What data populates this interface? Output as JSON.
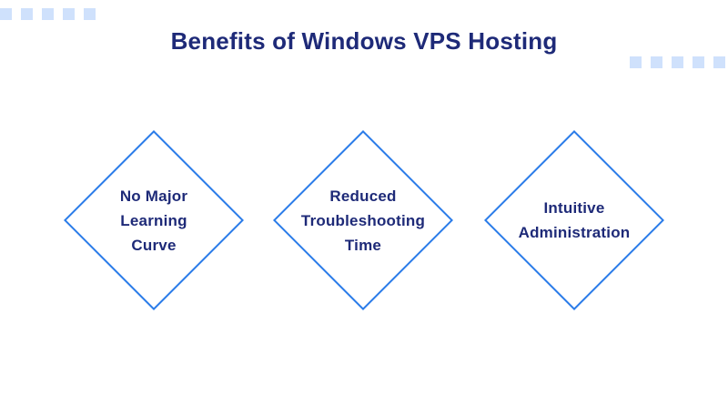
{
  "page": {
    "title": "Benefits of Windows VPS Hosting"
  },
  "colors": {
    "title_text": "#1E2A78",
    "diamond_border": "#2B7CE9",
    "diamond_text": "#1E2A78",
    "square_fill": "#CFE1FC",
    "background": "#FFFFFF"
  },
  "decorations": {
    "top_left_square_count": 5,
    "right_square_count": 5
  },
  "diamonds": [
    {
      "label": "No Major Learning Curve",
      "lines": [
        "No Major",
        "Learning",
        "Curve"
      ]
    },
    {
      "label": "Reduced Troubleshooting Time",
      "lines": [
        "Reduced",
        "Troubleshooting",
        "Time"
      ]
    },
    {
      "label": "Intuitive Administration",
      "lines": [
        "Intuitive",
        "Administration"
      ]
    }
  ]
}
